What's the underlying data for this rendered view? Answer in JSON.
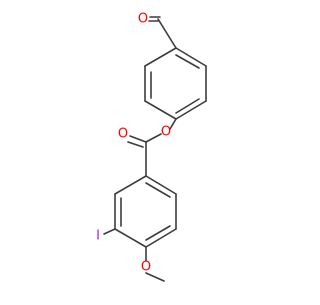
{
  "molecule": {
    "atoms": [
      {
        "id": "o-ald",
        "label": "O",
        "color": "#ff0000"
      },
      {
        "id": "o-ester-ring",
        "label": "O",
        "color": "#ff0000"
      },
      {
        "id": "o-carbonyl",
        "label": "O",
        "color": "#ff0000"
      },
      {
        "id": "iodine",
        "label": "I",
        "color": "#a020f0"
      },
      {
        "id": "o-methoxy",
        "label": "O",
        "color": "#ff0000"
      }
    ],
    "bond_color": "#3c3c3c"
  }
}
